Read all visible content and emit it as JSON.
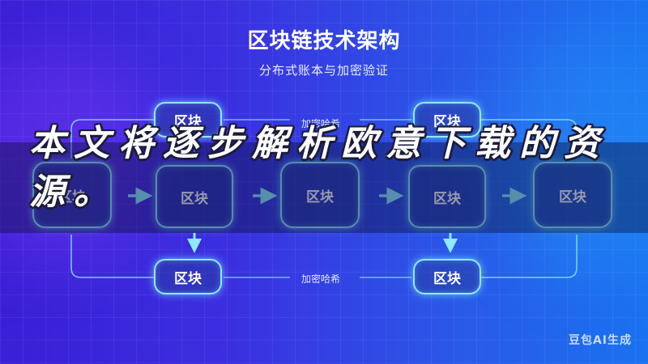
{
  "header": {
    "title": "区块链技术架构",
    "subtitle": "分布式账本与加密验证"
  },
  "diagram": {
    "node_label": "区块",
    "top_left_label": "区块",
    "top_right_label": "区块",
    "bottom_left_label": "区块",
    "bottom_right_label": "区块",
    "row": [
      "区块",
      "区块",
      "区块",
      "区块",
      "区块"
    ],
    "top_edge_label": "加密哈希",
    "bottom_edge_label": "加密哈希"
  },
  "overlay": {
    "text": "本文将逐步解析欧意下载的资源。"
  },
  "watermark": {
    "text": "豆包AI生成"
  },
  "colors": {
    "background_left": "#3a1fd6",
    "background_right": "#1a72f0",
    "node_border": "#8fe9ff",
    "arrow": "#8fe9ff"
  }
}
